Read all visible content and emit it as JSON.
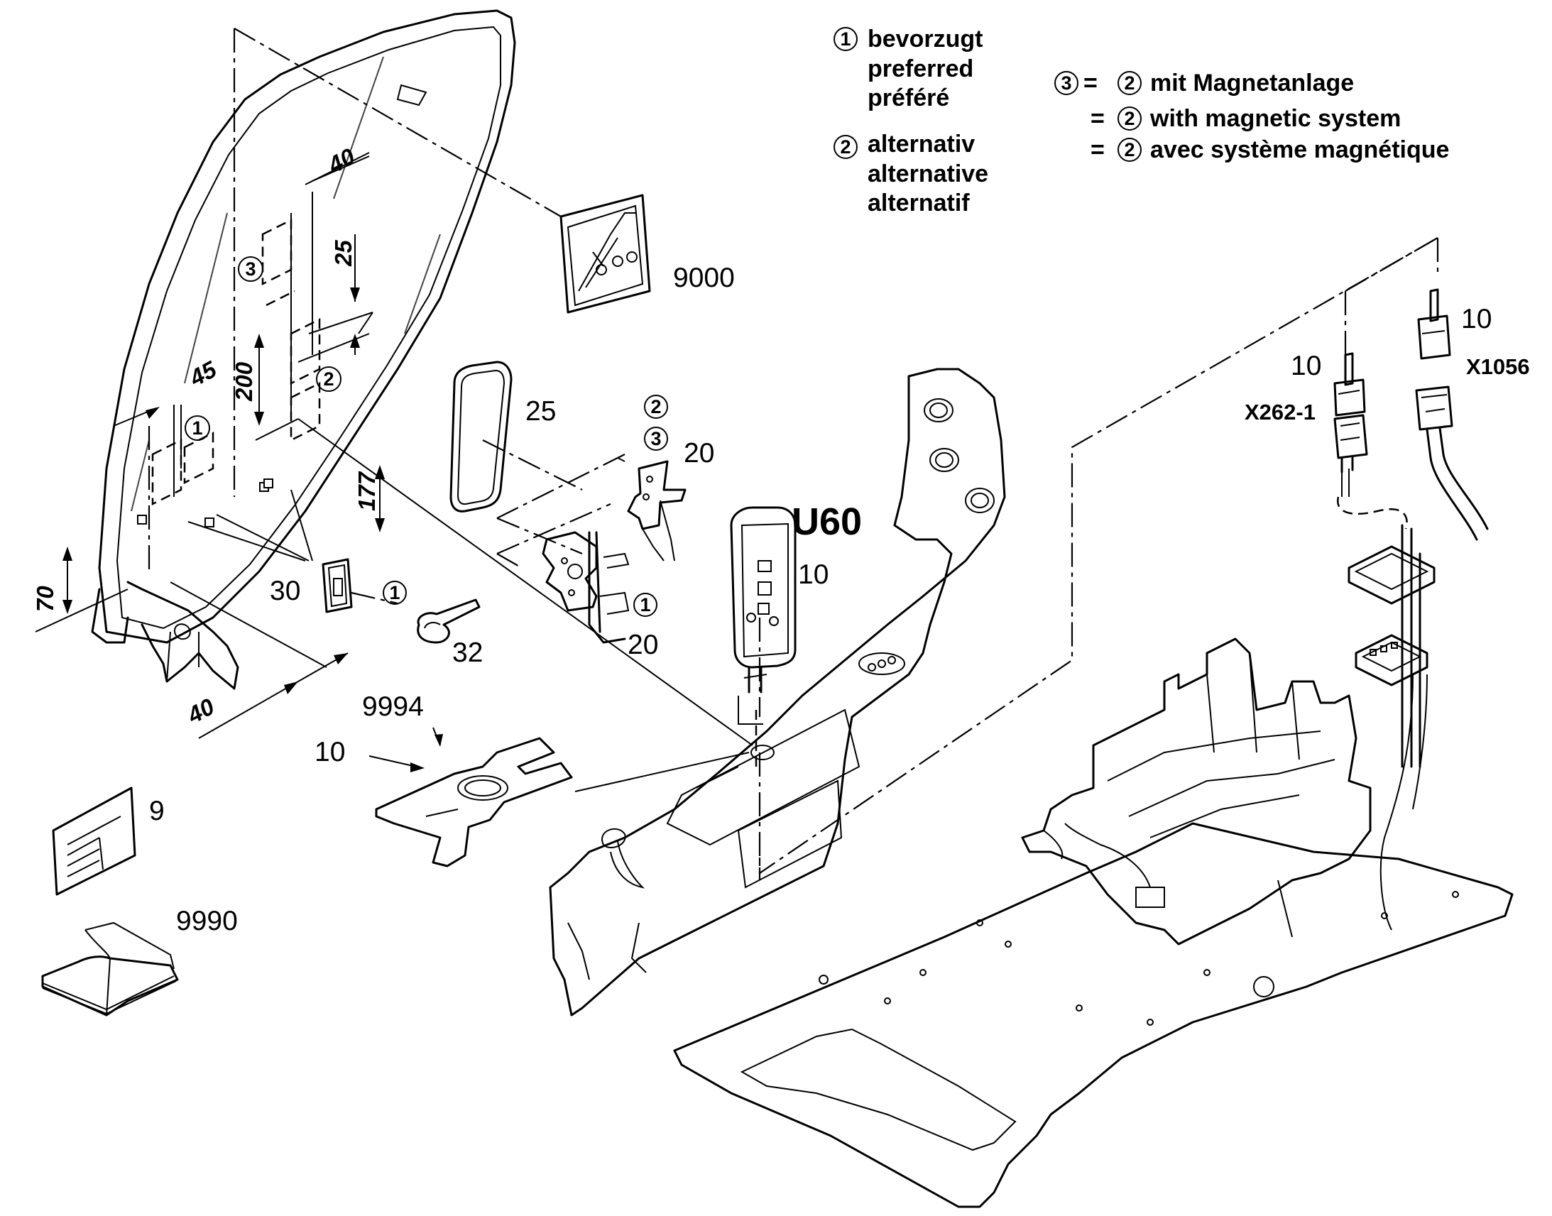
{
  "legend": {
    "preferred": {
      "marker": "1",
      "lines": [
        "bevorzugt",
        "preferred",
        "préféré"
      ]
    },
    "alternative": {
      "marker": "2",
      "lines": [
        "alternativ",
        "alternative",
        "alternatif"
      ]
    },
    "magnetic": {
      "marker": "3",
      "equals": "=",
      "ref_marker": "2",
      "lines": [
        "mit Magnetanlage",
        "with magnetic system",
        "avec système magnétique"
      ]
    }
  },
  "dimensions": {
    "d40_top": "40",
    "d25": "25",
    "d200": "200",
    "d45": "45",
    "d177": "177",
    "d70": "70",
    "d40_bottom": "40"
  },
  "position_markers": {
    "window_3": "3",
    "window_2": "2",
    "window_1": "1",
    "clip_1": "1",
    "bracket_2": "2",
    "bracket_3": "3",
    "bracket_1": "1"
  },
  "part_numbers": {
    "p9000": "9000",
    "p25": "25",
    "p20_upper": "20",
    "p20_lower": "20",
    "p30": "30",
    "p32": "32",
    "u60": "U60",
    "p10_u60": "10",
    "p9994": "9994",
    "p10_plate": "10",
    "p9": "9",
    "p9990": "9990",
    "p10_x262": "10",
    "p10_x1056": "10"
  },
  "connectors": {
    "x262": "X262-1",
    "x1056": "X1056"
  }
}
